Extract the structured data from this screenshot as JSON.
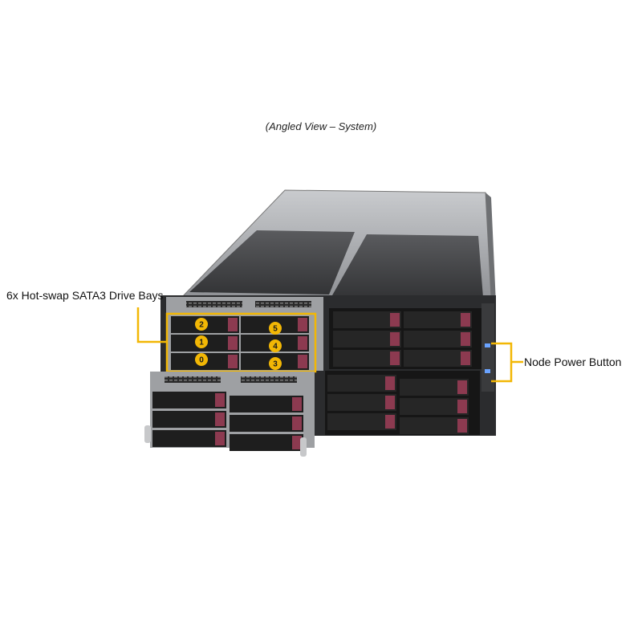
{
  "caption": "(Angled View – System)",
  "callouts": {
    "drive_bays": "6x Hot-swap SATA3 Drive Bays",
    "power_button": "Node Power Button"
  },
  "bay_numbers": [
    "0",
    "1",
    "2",
    "3",
    "4",
    "5"
  ],
  "colors": {
    "highlight": "#f2b705",
    "chassis_top": "#a7a9ac",
    "tray_handle": "#8c3a50",
    "tray_face": "#1e1e1e"
  }
}
